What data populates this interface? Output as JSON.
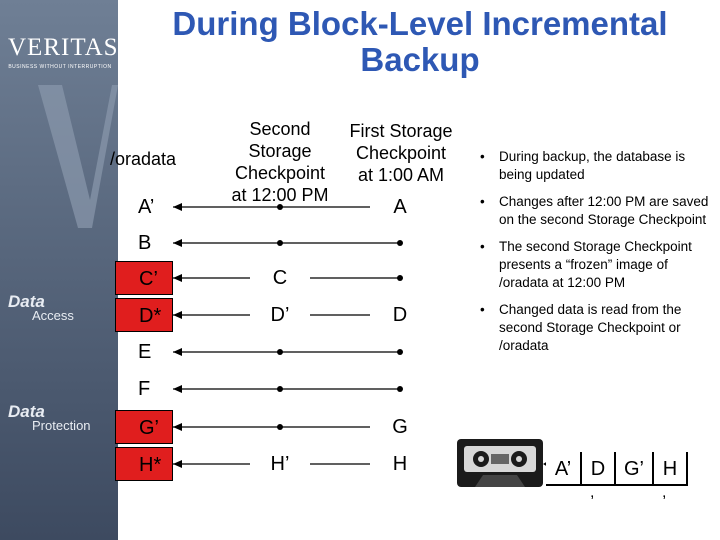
{
  "header": {
    "title_line1": "During Block-Level Incremental",
    "title_line2": "Backup"
  },
  "sidebar": {
    "brand": "VERITAS",
    "tagline": "BUSINESS WITHOUT INTERRUPTION",
    "label_1_big": "Data",
    "label_1_small": "Access",
    "label_2_big": "Data",
    "label_2_small": "Protection"
  },
  "columns": {
    "source_header": "/oradata",
    "second_header": [
      "Second",
      "Storage",
      "Checkpoint",
      "at 12:00 PM"
    ],
    "first_header": [
      "First Storage",
      "Checkpoint",
      "at 1:00 AM"
    ]
  },
  "rows": [
    {
      "source": "A’",
      "second": "",
      "first": "A",
      "highlight": false
    },
    {
      "source": "B",
      "second": "",
      "first": "",
      "highlight": false
    },
    {
      "source": "C’",
      "second": "C",
      "first": "",
      "highlight": true
    },
    {
      "source": "D*",
      "second": "D’",
      "first": "D",
      "highlight": true
    },
    {
      "source": "E",
      "second": "",
      "first": "",
      "highlight": false
    },
    {
      "source": "F",
      "second": "",
      "first": "",
      "highlight": false
    },
    {
      "source": "G’",
      "second": "",
      "first": "G",
      "highlight": true
    },
    {
      "source": "H*",
      "second": "H’",
      "first": "H",
      "highlight": true
    }
  ],
  "bullets": [
    "During backup, the database is being updated",
    "Changes after 12:00 PM are saved on the second Storage Checkpoint",
    "The second Storage Checkpoint presents a “frozen” image of /oradata at 12:00 PM",
    "Changed data is read from the second Storage Checkpoint or /oradata"
  ],
  "backup_blocks": [
    "A’",
    "D",
    "G’",
    "H"
  ],
  "backup_commas": [
    ",",
    ","
  ],
  "colors": {
    "title": "#2e58b4",
    "highlight": "#e01e1e",
    "sidebar": "#5f6f86"
  },
  "icons": {
    "tape": "cassette-tape-icon",
    "bullet": "•"
  }
}
